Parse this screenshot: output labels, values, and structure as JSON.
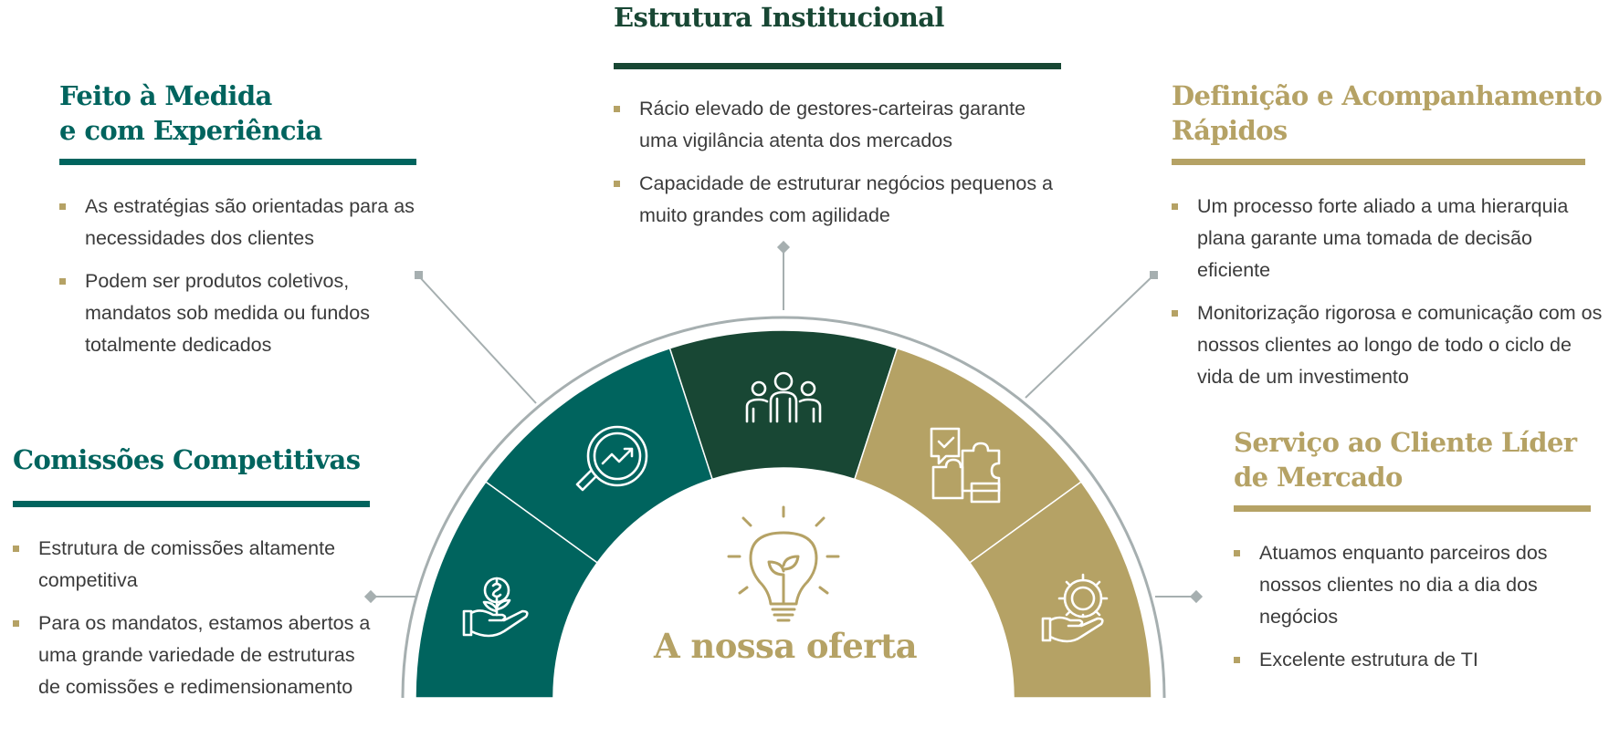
{
  "center": {
    "title": "A nossa oferta",
    "icon": "lightbulb-plant-icon"
  },
  "colors": {
    "teal": "#00645e",
    "dark_green": "#184734",
    "gold": "#b5a265",
    "connector": "#a6afb0"
  },
  "sections": {
    "estrutura": {
      "title": [
        "Estrutura Institucional"
      ],
      "bullets": [
        "Rácio elevado de gestores-carteiras garante uma vigilância atenta dos mercados",
        "Capacidade de estruturar negócios pequenos a muito grandes com agilidade"
      ],
      "icon": "team-icon"
    },
    "feito": {
      "title": [
        "Feito à Medida",
        "e com Experiência"
      ],
      "bullets": [
        "As estratégias são orientadas para as necessidades dos clientes",
        "Podem ser produtos coletivos, mandatos sob medida ou fundos totalmente dedicados"
      ],
      "icon": "magnifier-growth-icon"
    },
    "comissoes": {
      "title": [
        "Comissões Competitivas"
      ],
      "bullets": [
        "Estrutura de comissões altamente competitiva",
        "Para os mandatos, estamos abertos a uma grande variedade de estruturas de comissões e redimensionamento"
      ],
      "icon": "hand-money-plant-icon"
    },
    "definicao": {
      "title": [
        "Definição e Acompanhamento",
        "Rápidos"
      ],
      "bullets": [
        "Um processo forte aliado a uma hierarquia plana garante uma tomada de decisão eficiente",
        "Monitorização rigorosa e comunicação com os nossos clientes ao longo de todo o ciclo de vida de um investimento"
      ],
      "icon": "puzzle-icon"
    },
    "servico": {
      "title": [
        "Serviço ao Cliente Líder",
        "de Mercado"
      ],
      "bullets": [
        "Atuamos enquanto parceiros dos nossos clientes no dia a dia dos negócios",
        "Excelente estrutura de TI"
      ],
      "icon": "hand-gear-icon"
    }
  }
}
